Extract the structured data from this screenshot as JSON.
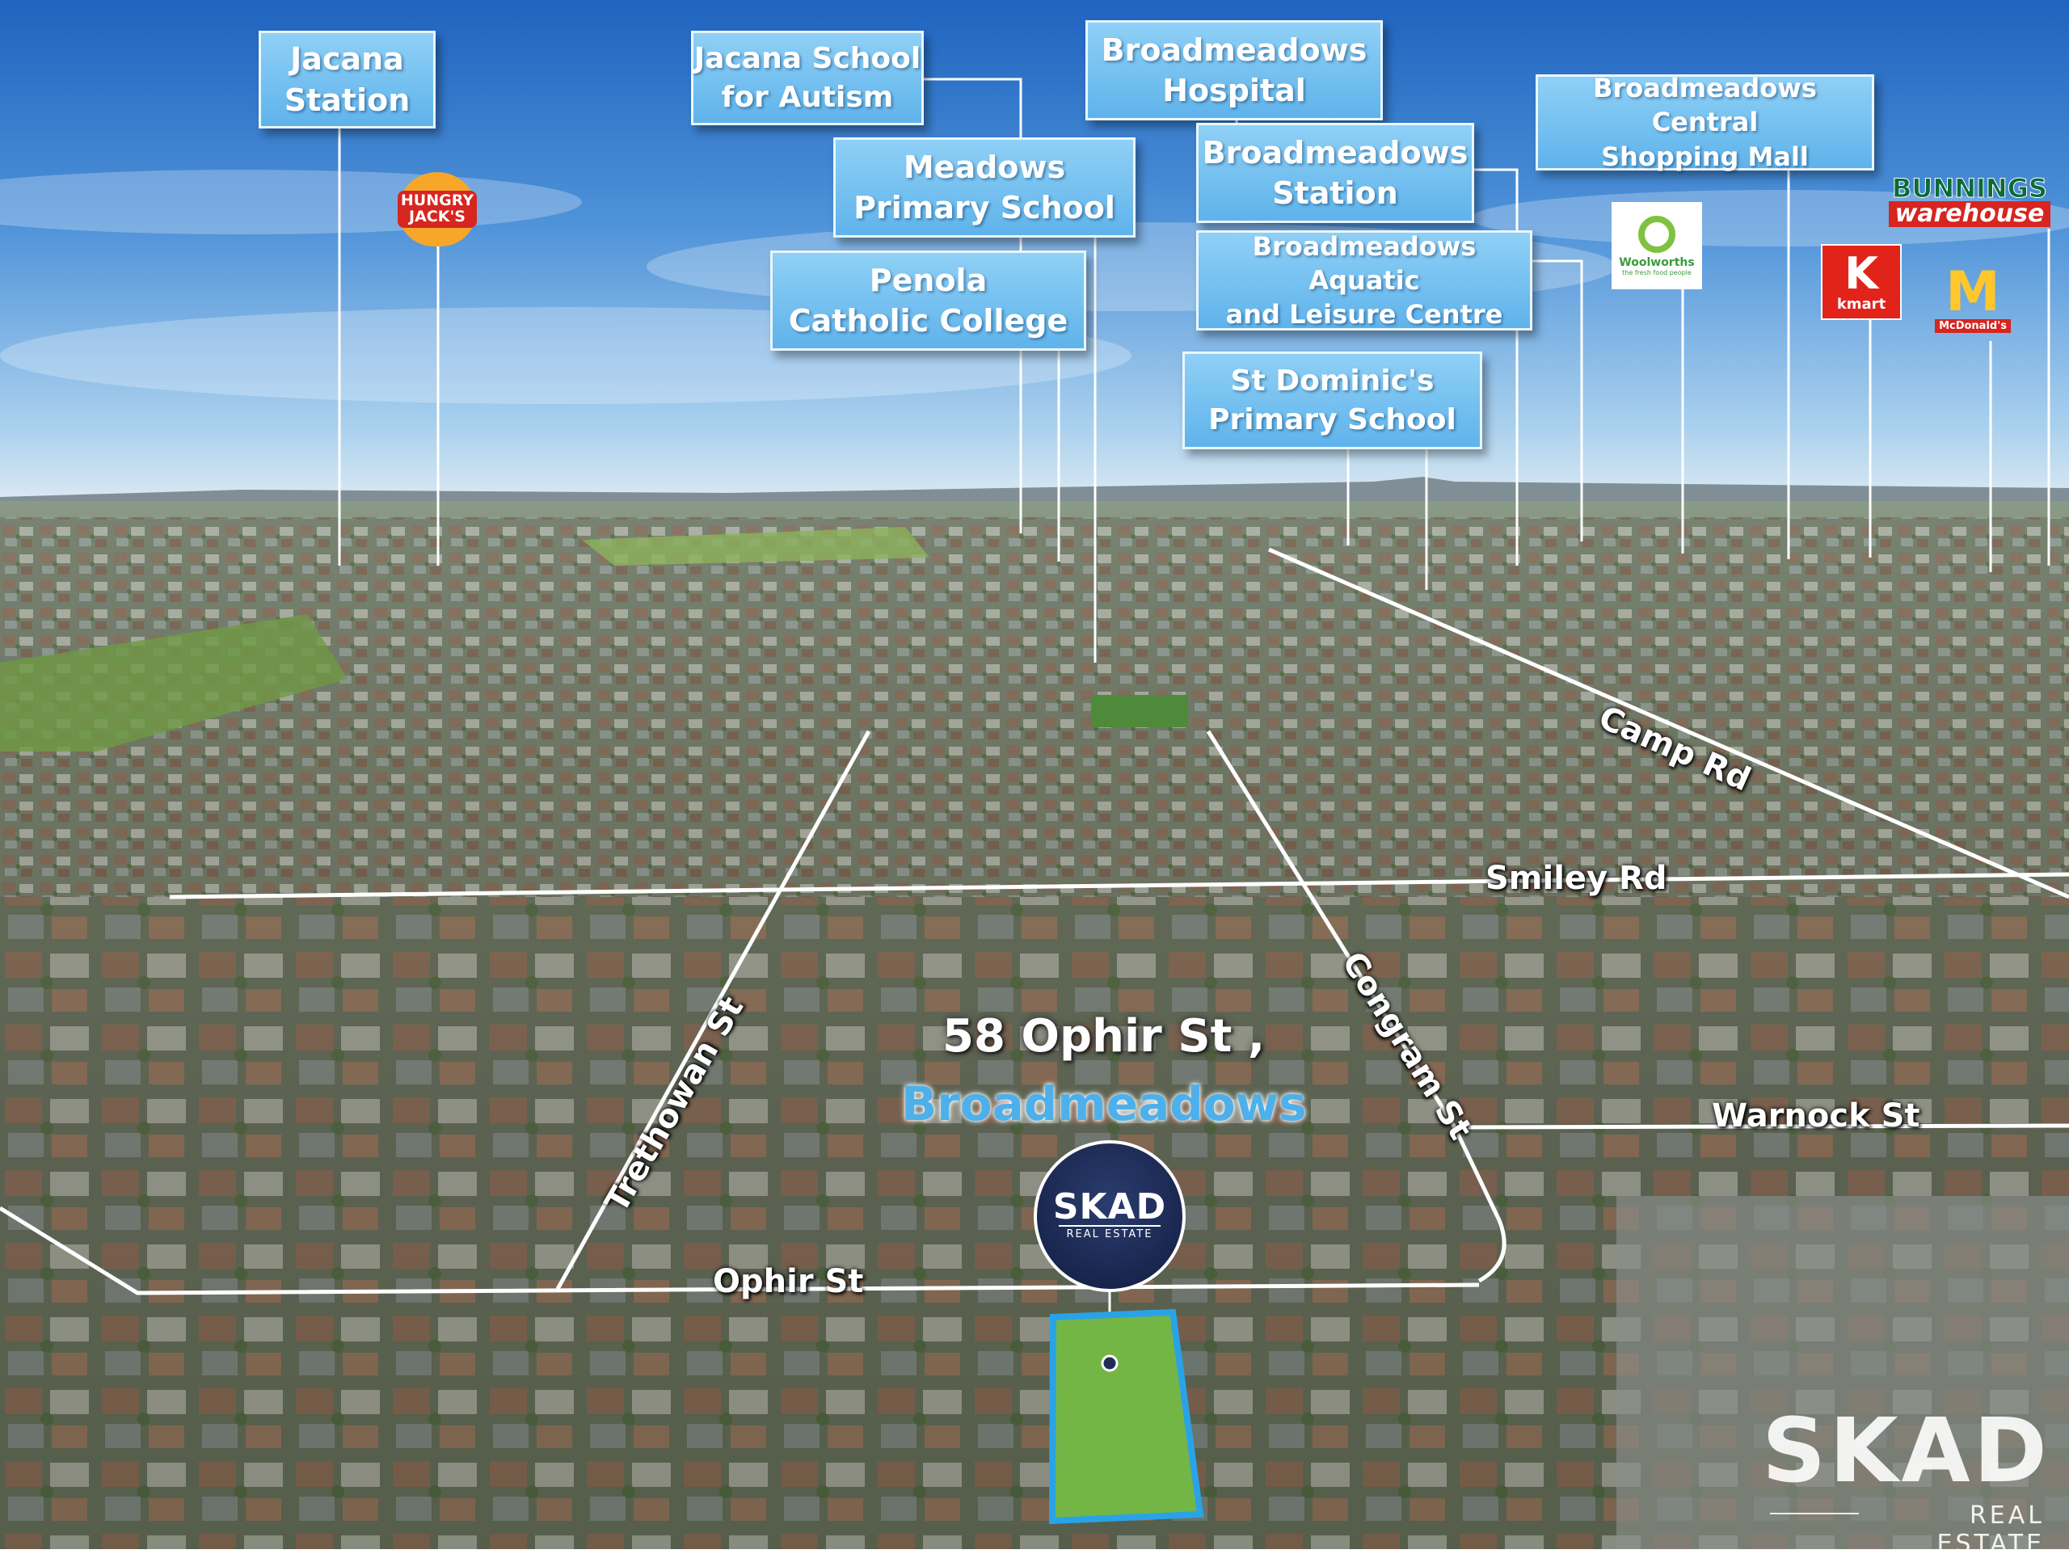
{
  "labels": {
    "jacana_station": [
      "Jacana",
      "Station"
    ],
    "jacana_school": [
      "Jacana School",
      "for Autism"
    ],
    "meadows_primary": [
      "Meadows",
      "Primary School"
    ],
    "penola": [
      "Penola",
      "Catholic College"
    ],
    "bm_hospital": [
      "Broadmeadows",
      "Hospital"
    ],
    "bm_station": [
      "Broadmeadows",
      "Station"
    ],
    "bm_aquatic": [
      "Broadmeadows Aquatic",
      "and Leisure Centre"
    ],
    "st_dominics": [
      "St Dominic's",
      "Primary School"
    ],
    "bm_central": [
      "Broadmeadows Central",
      "Shopping Mall"
    ]
  },
  "brands": {
    "hungry_jacks": [
      "HUNGRY",
      "JACK'S"
    ],
    "woolworths": [
      "Woolworths",
      "the fresh food people"
    ],
    "kmart": [
      "K",
      "kmart"
    ],
    "bunnings": [
      "BUNNINGS",
      "warehouse"
    ],
    "mcdonalds": [
      "M",
      "McDonald's"
    ]
  },
  "roads": {
    "camp_rd": "Camp Rd",
    "smiley_rd": "Smiley Rd",
    "congram_st": "Congram St",
    "warnock_st": "Warnock St",
    "trethowan_st": "Trethowan St",
    "ophir_st": "Ophir St"
  },
  "address": {
    "line1": "58 Ophir St ,",
    "line2": "Broadmeadows"
  },
  "logo": {
    "name": "SKAD",
    "sub": "REAL ESTATE"
  },
  "colors": {
    "label_blue": "#6cbcf0",
    "accent_blue": "#2aa3e6",
    "logo_navy": "#1e2d55"
  }
}
